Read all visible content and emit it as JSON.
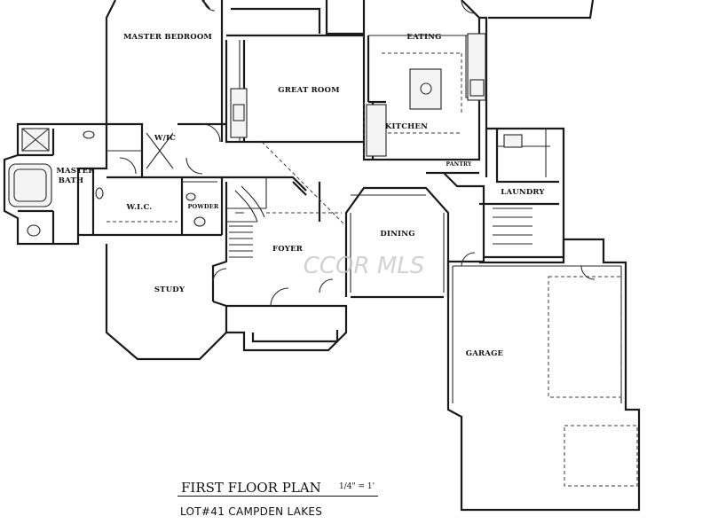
{
  "plan": {
    "title": "FIRST FLOOR PLAN",
    "scale": "1/4\" = 1'",
    "lot": "LOT#41 CAMPDEN LAKES",
    "watermark": "CCOR MLS"
  },
  "rooms": {
    "master_bedroom": "MASTER BEDROOM",
    "great_room": "GREAT ROOM",
    "eating": "EATING",
    "kitchen": "KITCHEN",
    "wic_top": "W/IC",
    "master_bath_1": "MASTER",
    "master_bath_2": "BATH",
    "wic": "W.I.C.",
    "powder": "POWDER",
    "pantry": "PANTRY",
    "laundry": "LAUNDRY",
    "foyer": "FOYER",
    "dining": "DINING",
    "study": "STUDY",
    "garage": "GARAGE"
  },
  "colors": {
    "line": "#1a1a1a",
    "paper": "#ffffff",
    "watermark": "#c8c8c8"
  }
}
